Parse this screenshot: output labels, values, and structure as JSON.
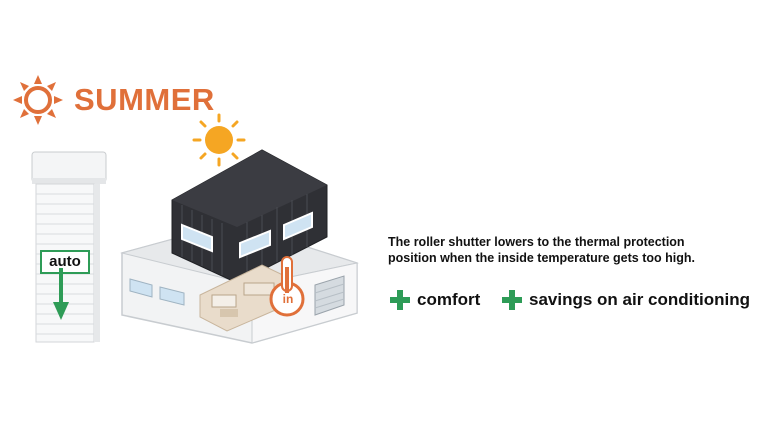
{
  "title": "SUMMER",
  "icons": {
    "title_sun": "sun-outline-icon",
    "house_sun": "sun-icon",
    "thermometer": "thermometer-icon",
    "arrow": "arrow-down-icon",
    "plus": "plus-icon"
  },
  "shutter": {
    "mode_label": "auto"
  },
  "thermometer": {
    "label": "in"
  },
  "description": "The roller shutter lowers to the thermal protection position when the inside temperature gets too high.",
  "benefits": [
    {
      "label": "comfort"
    },
    {
      "label": "savings on air conditioning"
    }
  ],
  "colors": {
    "title": "#e0703a",
    "sun": "#f5a623",
    "accent_green": "#2e9c57",
    "house_dark": "#2f3035",
    "house_light": "#eceeef",
    "thermometer": "#e0703a"
  }
}
